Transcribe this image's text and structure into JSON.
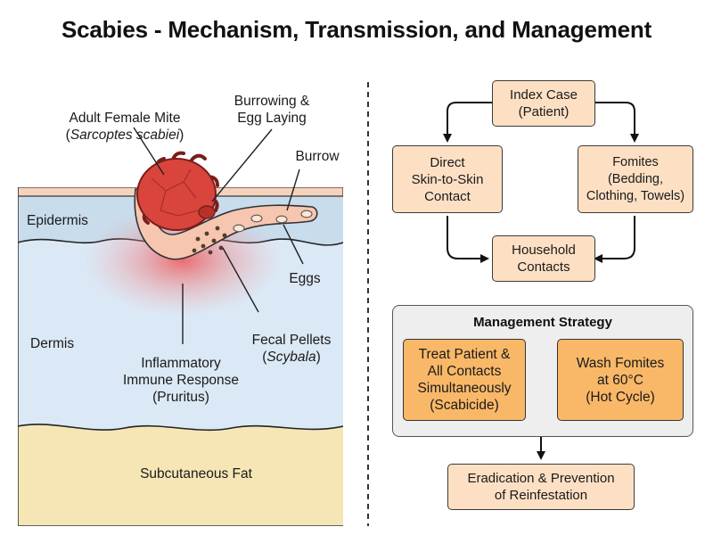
{
  "title": "Scabies - Mechanism, Transmission, and Management",
  "anatomy": {
    "layers": {
      "epidermis": "Epidermis",
      "dermis": "Dermis",
      "subcutaneous": "Subcutaneous Fat"
    },
    "mite": {
      "line1": "Adult Female Mite",
      "line2": "Sarcoptes scabiei"
    },
    "burrowing": "Burrowing &\nEgg Laying",
    "burrow": "Burrow",
    "eggs": "Eggs",
    "fecal": {
      "line1": "Fecal Pellets",
      "line2": "Scybala"
    },
    "inflammation": "Inflammatory\nImmune Response\n(Pruritus)"
  },
  "transmission": {
    "index_case": "Index Case\n(Patient)",
    "direct": "Direct\nSkin-to-Skin\nContact",
    "fomites": "Fomites\n(Bedding,\nClothing, Towels)",
    "household": "Household\nContacts"
  },
  "management": {
    "panel_title": "Management Strategy",
    "treat": "Treat Patient &\nAll Contacts\nSimultaneously\n(Scabicide)",
    "wash": "Wash Fomites\nat 60°C\n(Hot Cycle)",
    "outcome": "Eradication & Prevention\nof Reinfestation"
  },
  "colors": {
    "epidermis": "#cfe0ee",
    "dermis": "#dbe8f5",
    "fat": "#f6e6b6",
    "stratum": "#f4d2bb",
    "mite": "#d9443c",
    "box_light": "#fde0c4",
    "box_dark": "#f9b868",
    "panel": "#eeeeee"
  }
}
